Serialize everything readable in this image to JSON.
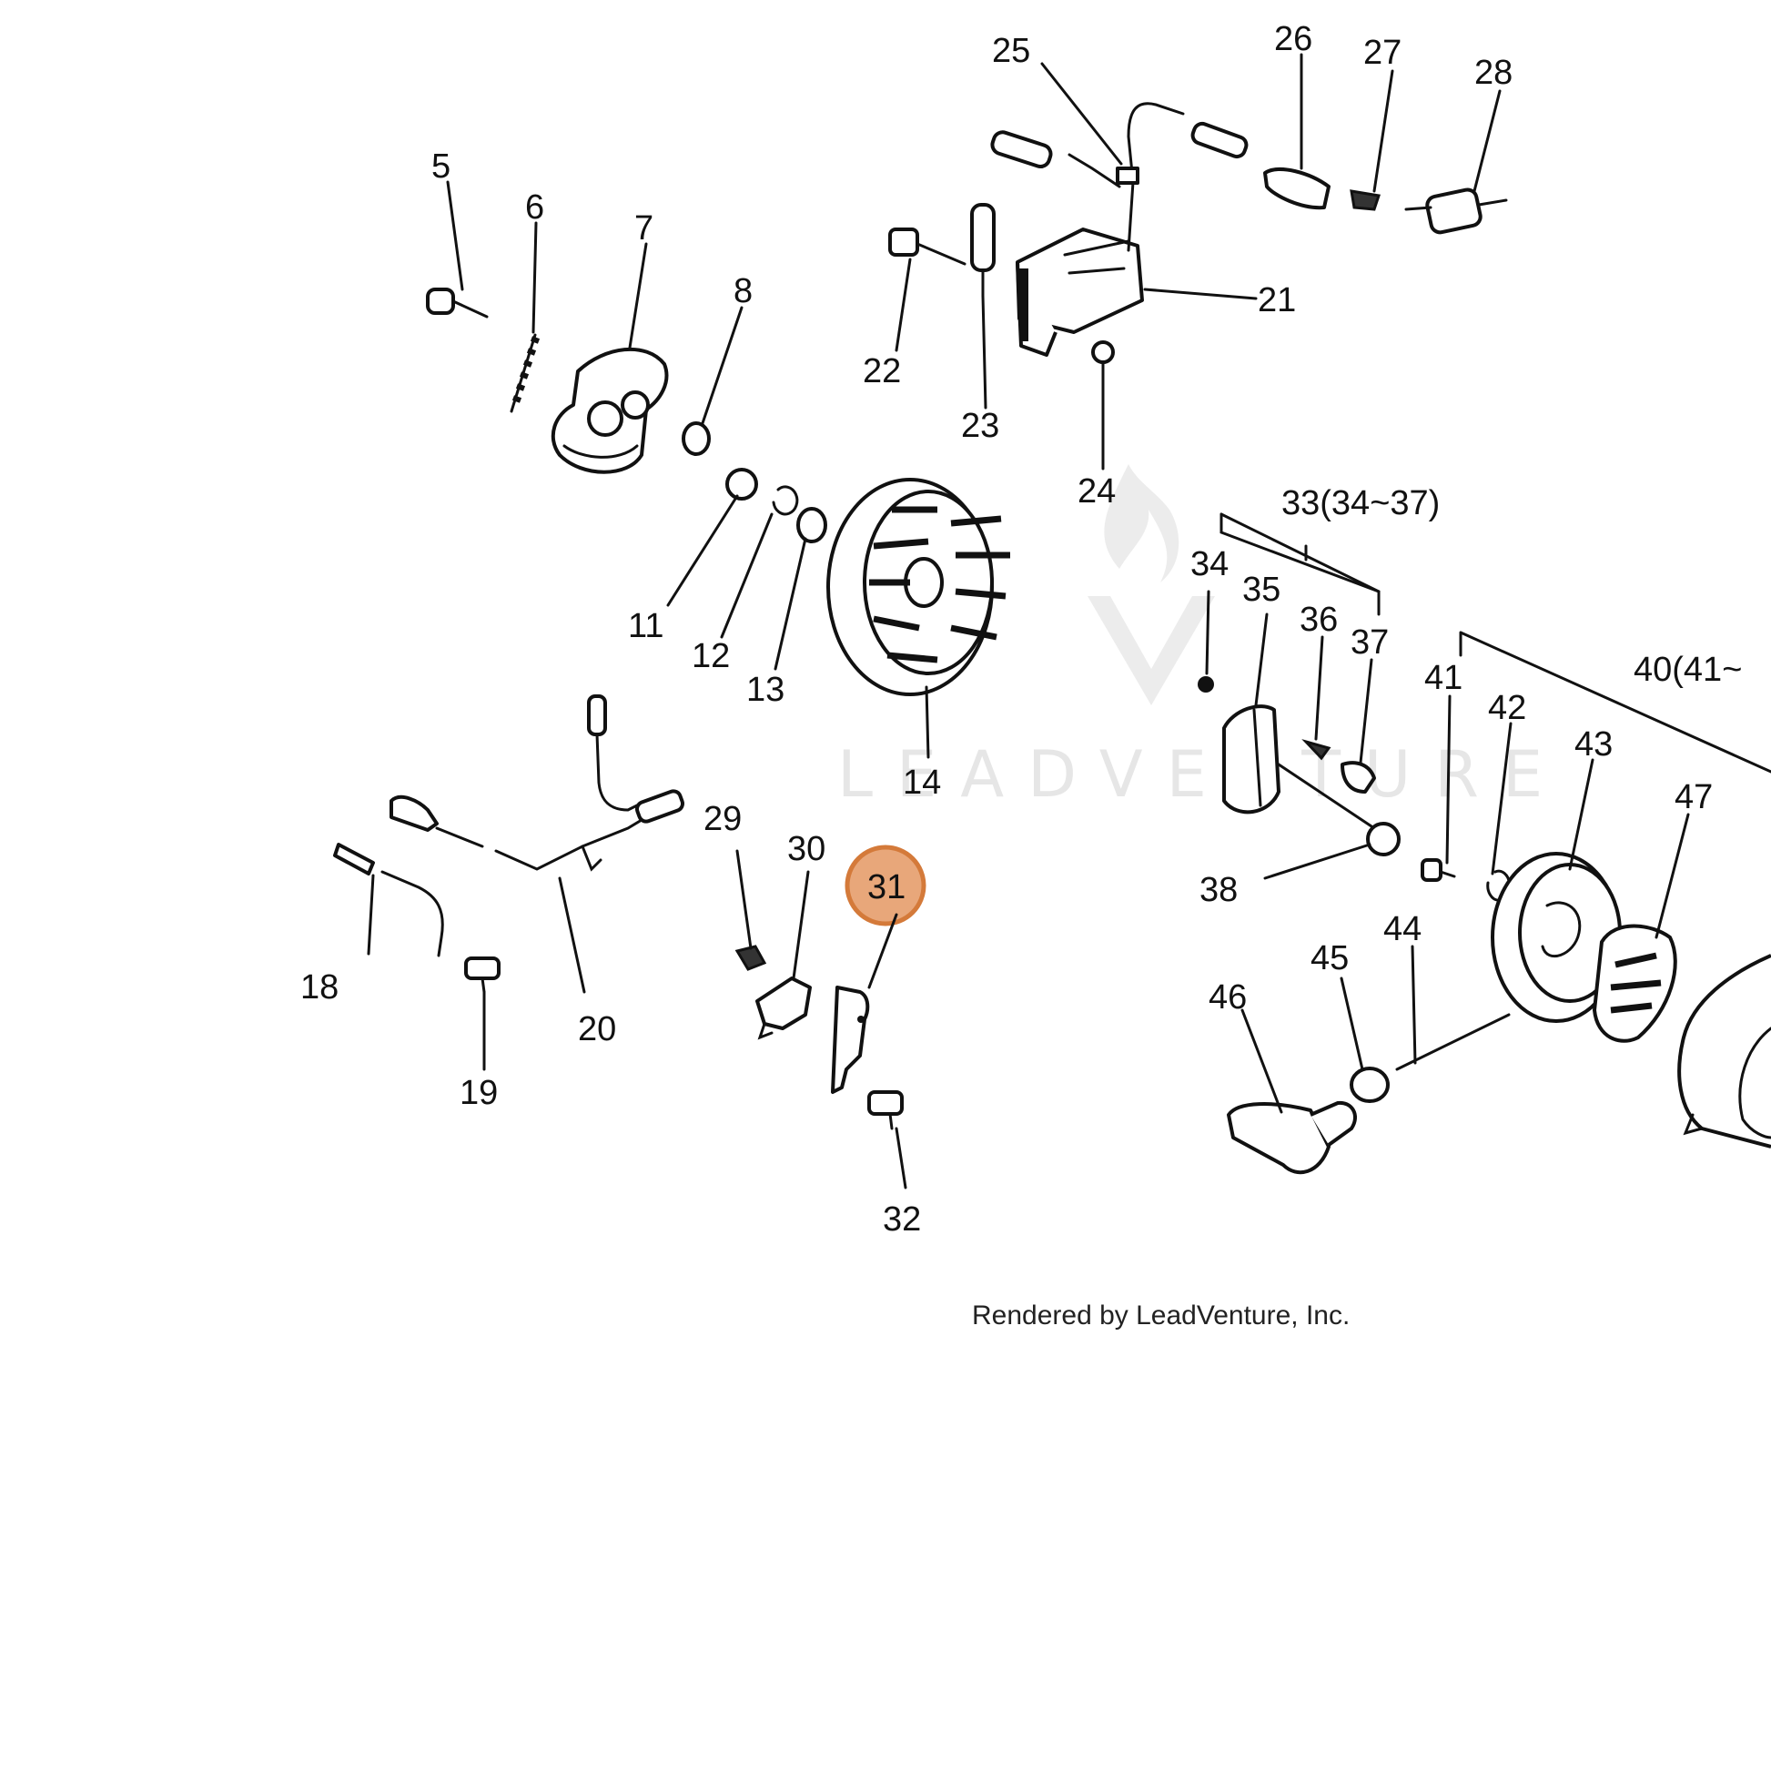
{
  "diagram": {
    "part_numbers": {
      "p5": "5",
      "p6": "6",
      "p7": "7",
      "p8": "8",
      "p11": "11",
      "p12": "12",
      "p13": "13",
      "p14": "14",
      "p18": "18",
      "p19": "19",
      "p20": "20",
      "p21": "21",
      "p22": "22",
      "p23": "23",
      "p24": "24",
      "p25": "25",
      "p26": "26",
      "p27": "27",
      "p28": "28",
      "p29": "29",
      "p30": "30",
      "p31": "31",
      "p32": "32",
      "p33": "33(34~37)",
      "p34": "34",
      "p35": "35",
      "p36": "36",
      "p37": "37",
      "p38": "38",
      "p40": "40(41~",
      "p41": "41",
      "p42": "42",
      "p43": "43",
      "p44": "44",
      "p45": "45",
      "p46": "46",
      "p47": "47"
    },
    "highlighted_part": "31",
    "highlight_color": "#e8a77a",
    "highlight_border_color": "#d47a3a",
    "watermark_text": "LEADVENTURE",
    "credit_text": "Rendered by LeadVenture, Inc."
  }
}
